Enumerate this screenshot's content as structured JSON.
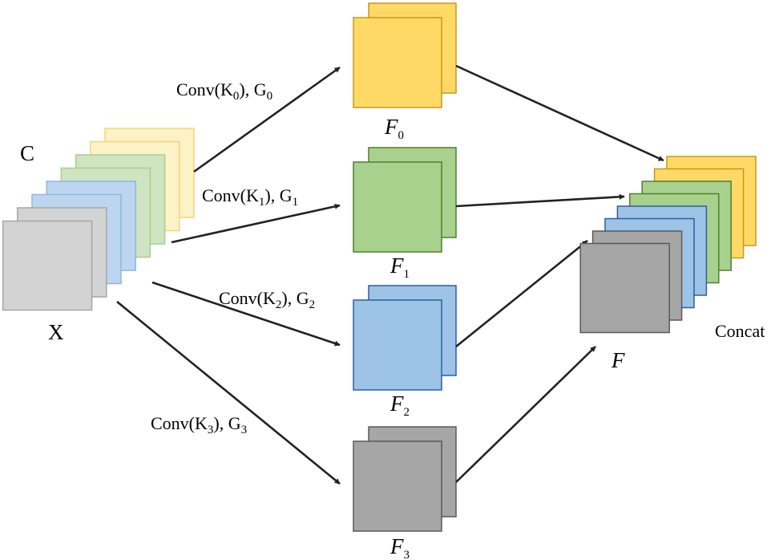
{
  "input": {
    "channel_label": "C",
    "name": "X",
    "colors": {
      "yellow_fill": "#fdf1c6",
      "yellow_stroke": "#f5d676",
      "green_fill": "#cfe4c0",
      "green_stroke": "#a9cf8f",
      "blue_fill": "#bdd6ef",
      "blue_stroke": "#8fb6e0",
      "gray_fill": "#d3d3d3",
      "gray_stroke": "#a6a6a6"
    }
  },
  "branches": [
    {
      "conv_text": "Conv(K",
      "k_sub": "0",
      "g_text": "), G",
      "g_sub": "0",
      "out_name": "F",
      "out_sub": "0",
      "fill": "#ffd966",
      "stroke": "#c49a1b"
    },
    {
      "conv_text": "Conv(K",
      "k_sub": "1",
      "g_text": "), G",
      "g_sub": "1",
      "out_name": "F",
      "out_sub": "1",
      "fill": "#a9d18e",
      "stroke": "#4f7f2f"
    },
    {
      "conv_text": "Conv(K",
      "k_sub": "2",
      "g_text": "), G",
      "g_sub": "2",
      "out_name": "F",
      "out_sub": "2",
      "fill": "#9dc3e6",
      "stroke": "#2e5f9e"
    },
    {
      "conv_text": "Conv(K",
      "k_sub": "3",
      "g_text": "), G",
      "g_sub": "3",
      "out_name": "F",
      "out_sub": "3",
      "fill": "#a6a6a6",
      "stroke": "#595959"
    }
  ],
  "output": {
    "name": "F",
    "concat_label": "Concat",
    "colors": {
      "yellow": "#ffd966",
      "green": "#a9d18e",
      "blue": "#9dc3e6",
      "gray": "#a6a6a6"
    }
  }
}
